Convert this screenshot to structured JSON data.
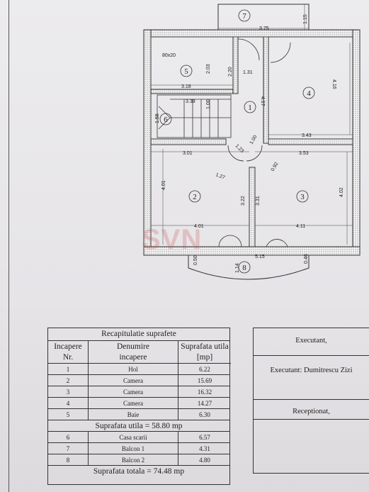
{
  "plan": {
    "dimensions": [
      "3.75",
      "1.15",
      "2.03",
      "2.20",
      "1.31",
      "3.18",
      "80x20",
      "3.39",
      "1.00",
      "1.58",
      "4.16",
      "4.17",
      "3.43",
      "1.23",
      "1.00",
      "3.01",
      "3.53",
      "1.27",
      "0.92",
      "4.01",
      "3.22",
      "3.31",
      "4.02",
      "4.01",
      "4.11",
      "5.15",
      "0.50",
      "0.46",
      "1.14"
    ],
    "rooms": [
      "1",
      "2",
      "3",
      "4",
      "5",
      "6",
      "7",
      "8"
    ]
  },
  "summary": {
    "title": "Recapitulatie suprafete",
    "headers": {
      "nr": [
        "Incapere",
        "Nr."
      ],
      "name": [
        "Denumire",
        "incapere"
      ],
      "area": [
        "Suprafata utila",
        "[mp]"
      ]
    },
    "rows_util": [
      {
        "nr": "1",
        "name": "Hol",
        "area": "6.22"
      },
      {
        "nr": "2",
        "name": "Camera",
        "area": "15.69"
      },
      {
        "nr": "3",
        "name": "Camera",
        "area": "16.32"
      },
      {
        "nr": "4",
        "name": "Camera",
        "area": "14.27"
      },
      {
        "nr": "5",
        "name": "Baie",
        "area": "6.30"
      }
    ],
    "total_util": "Suprafata utila = 58.80 mp",
    "rows_extra": [
      {
        "nr": "6",
        "name": "Casa scarii",
        "area": "6.57"
      },
      {
        "nr": "7",
        "name": "Balcon 1",
        "area": "4.31"
      },
      {
        "nr": "8",
        "name": "Balcon 2",
        "area": "4.80"
      }
    ],
    "total_all": "Suprafata totala = 74.48 mp"
  },
  "signatures": {
    "executant_label": "Executant,",
    "executant_name": "Executant:  Dumitrescu Zizi",
    "receptionat": "Receptionat,"
  },
  "watermark": "SVN"
}
